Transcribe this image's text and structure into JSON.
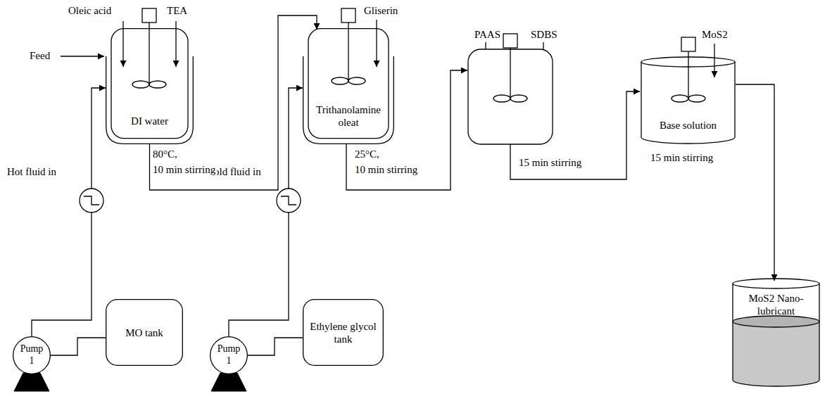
{
  "diagram": {
    "nodes": [
      {
        "text": [
          "DI water"
        ]
      },
      {
        "text": [
          "Trithanolamine oleat"
        ]
      },
      {
        "text": [
          "Base solution"
        ]
      },
      {
        "text": [
          "MoS2 Nano-lubricant"
        ]
      },
      {
        "text": [
          "Pump 1"
        ]
      },
      {
        "text": [
          "MO tank"
        ]
      },
      {
        "text": [
          "Pump 1"
        ]
      },
      {
        "text": [
          "Ethylene glycol tank"
        ]
      }
    ],
    "edges": [
      {
        "from": 4,
        "to": 0,
        "arrow": "to"
      },
      {
        "from": 5,
        "to": 4,
        "arrow": "none"
      },
      {
        "from": 6,
        "to": 1,
        "arrow": "to"
      },
      {
        "from": 7,
        "to": 6,
        "arrow": "none"
      },
      {
        "from": 0,
        "to": 1,
        "arrow": "to"
      },
      {
        "from": 2,
        "to": 3,
        "arrow": "to"
      }
    ],
    "labels": [
      "Feed",
      "Oleic acid",
      "TEA",
      "Gliserin",
      "PAAS",
      "SDBS",
      "MoS2",
      "Hot fluid in",
      "Cold fluid in",
      "80°C,",
      "10 min stirring",
      "25°C,",
      "10 min stirring",
      "15 min stirring",
      "15 min stirring"
    ]
  }
}
